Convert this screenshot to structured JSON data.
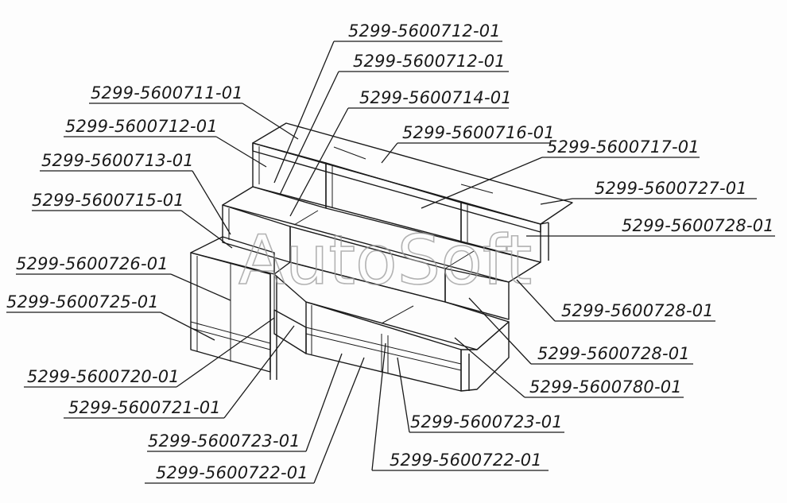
{
  "watermark": "AutoSoft",
  "callouts": [
    {
      "text": "5299-5600712-01"
    },
    {
      "text": "5299-5600712-01"
    },
    {
      "text": "5299-5600711-01"
    },
    {
      "text": "5299-5600714-01"
    },
    {
      "text": "5299-5600712-01"
    },
    {
      "text": "5299-5600716-01"
    },
    {
      "text": "5299-5600717-01"
    },
    {
      "text": "5299-5600713-01"
    },
    {
      "text": "5299-5600727-01"
    },
    {
      "text": "5299-5600715-01"
    },
    {
      "text": "5299-5600728-01"
    },
    {
      "text": "5299-5600726-01"
    },
    {
      "text": "5299-5600725-01"
    },
    {
      "text": "5299-5600728-01"
    },
    {
      "text": "5299-5600728-01"
    },
    {
      "text": "5299-5600720-01"
    },
    {
      "text": "5299-5600780-01"
    },
    {
      "text": "5299-5600721-01"
    },
    {
      "text": "5299-5600723-01"
    },
    {
      "text": "5299-5600723-01"
    },
    {
      "text": "5299-5600722-01"
    },
    {
      "text": "5299-5600722-01"
    }
  ]
}
